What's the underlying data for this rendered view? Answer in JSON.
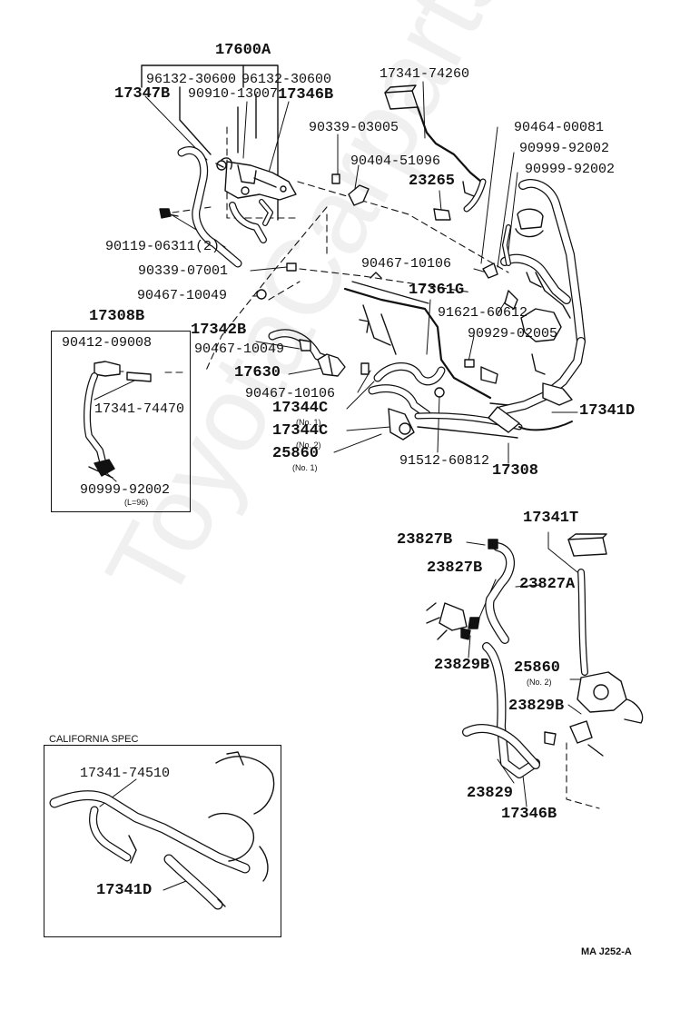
{
  "diagram": {
    "watermark": "ToyotaCarparts.ru",
    "code": "MA  J252-A",
    "colors": {
      "line": "#111111",
      "background": "#ffffff"
    },
    "california_caption": "CALIFORNIA SPEC",
    "labels": {
      "p17600A": "17600A",
      "p96132a": "96132-30600",
      "p96132b": "96132-30600",
      "p17347B": "17347B",
      "p90910": "90910-13007",
      "p17346B_top": "17346B",
      "p17341_74260": "17341-74260",
      "p90339_03005": "90339-03005",
      "p90464": "90464-00081",
      "p90999a": "90999-92002",
      "p90999b": "90999-92002",
      "p90404": "90404-51096",
      "p23265": "23265",
      "p90119": "90119-06311(2)",
      "p90339_07001": "90339-07001",
      "p90467_10106a": "90467-10106",
      "p17361G": "17361G",
      "p90467_10049a": "90467-10049",
      "p17308B": "17308B",
      "p91621": "91621-60612",
      "p90412": "90412-09008",
      "p17342B": "17342B",
      "p90467_10049b": "90467-10049",
      "p90929": "90929-02005",
      "p17630": "17630",
      "p90467_10106b": "90467-10106",
      "p17341_74470": "17341-74470",
      "p17344C1": "17344C",
      "p17344C1_sub": "(No. 1)",
      "p17341D": "17341D",
      "p17344C2": "17344C",
      "p17344C2_sub": "(No. 2)",
      "p25860_1": "25860",
      "p25860_1_sub": "(No. 1)",
      "p91512": "91512-60812",
      "p17308": "17308",
      "p90999c": "90999-92002",
      "p90999c_sub": "(L=96)",
      "p17341T": "17341T",
      "p23827B_a": "23827B",
      "p23827B_b": "23827B",
      "p23827A": "23827A",
      "p23829B_a": "23829B",
      "p25860_2": "25860",
      "p25860_2_sub": "(No. 2)",
      "p23829B_b": "23829B",
      "p17341_74510": "17341-74510",
      "p23829": "23829",
      "p17346B_bot": "17346B",
      "p17341D_cal": "17341D"
    }
  }
}
